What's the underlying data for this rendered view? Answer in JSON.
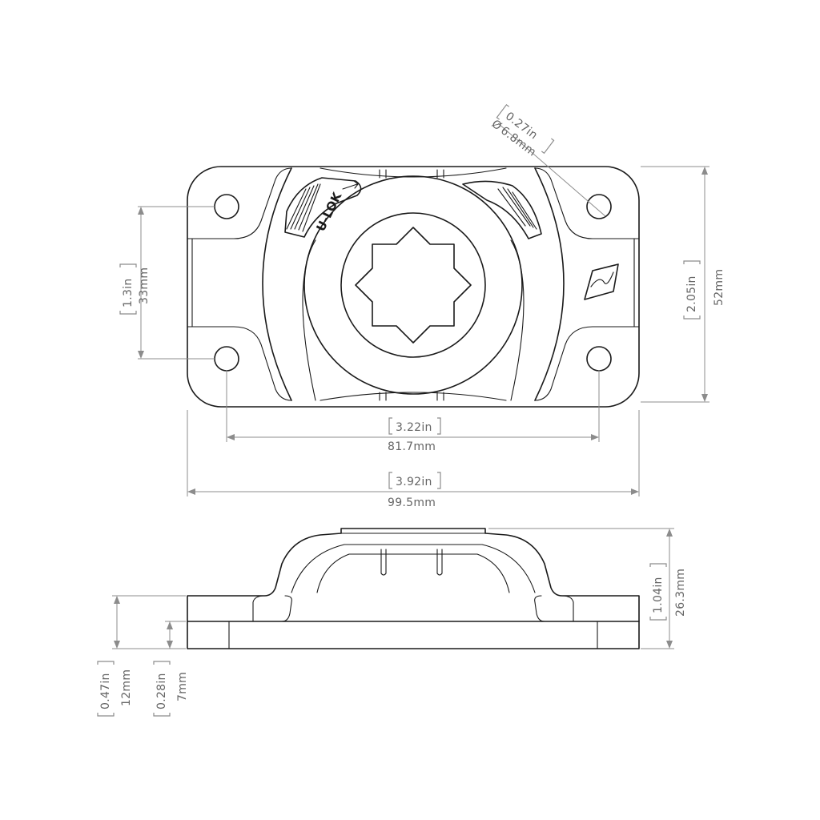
{
  "top_view": {
    "hole_diameter": {
      "in": "0.27in",
      "mm": "6.8mm",
      "symbol": "Ø"
    },
    "hole_spacing_x": {
      "in": "3.22in",
      "mm": "81.7mm"
    },
    "overall_width": {
      "in": "3.92in",
      "mm": "99.5mm"
    },
    "hole_spacing_y": {
      "in": "1.3in",
      "mm": "33mm"
    },
    "overall_depth": {
      "in": "2.05in",
      "mm": "52mm"
    },
    "lock_label": "U-LOK",
    "logo_icon": "brand-wave-icon"
  },
  "side_view": {
    "overall_height": {
      "in": "1.04in",
      "mm": "26.3mm"
    },
    "flange_height": {
      "in": "0.47in",
      "mm": "12mm"
    },
    "base_height": {
      "in": "0.28in",
      "mm": "7mm"
    }
  },
  "colors": {
    "outline": "#1a1a1a",
    "dimension": "#8c8c8c",
    "dimension_text": "#666666"
  }
}
